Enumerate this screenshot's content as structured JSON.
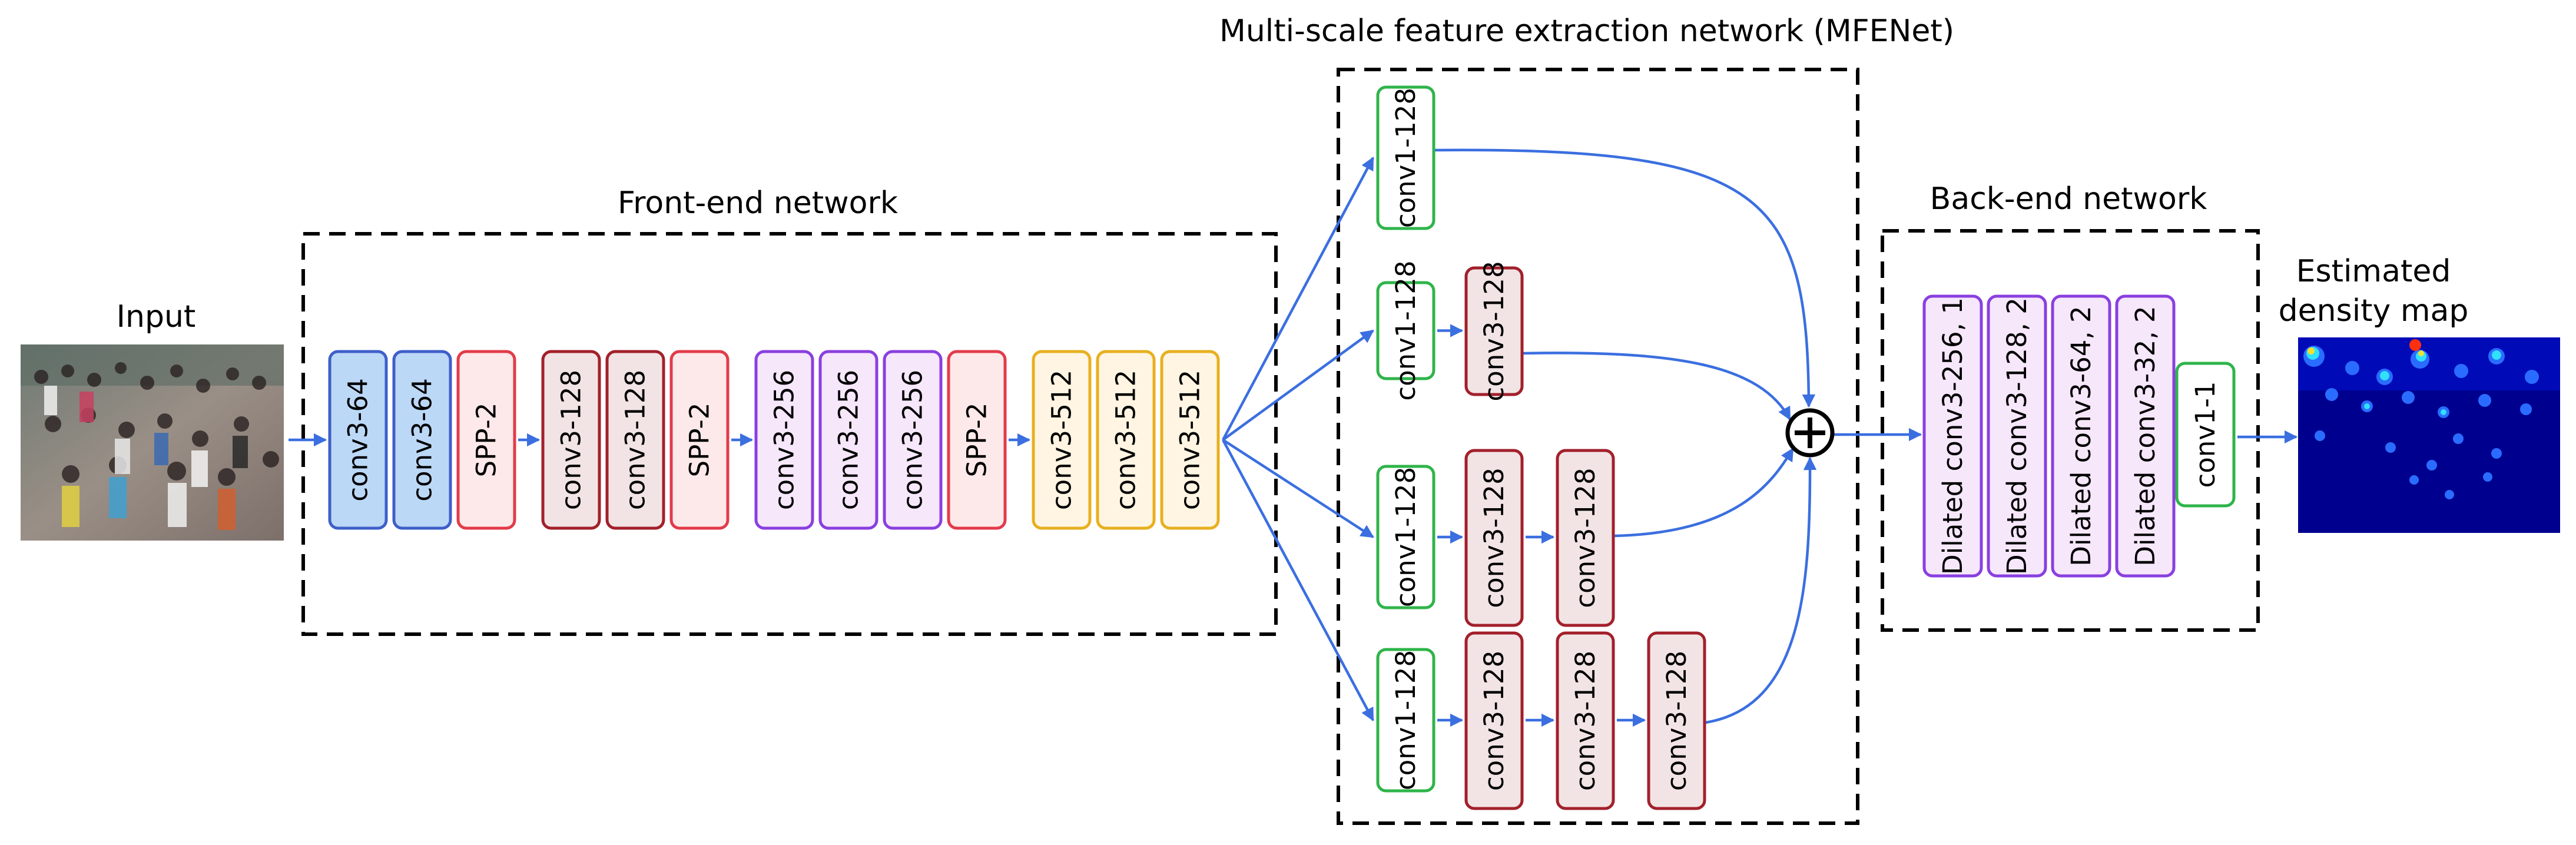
{
  "labels": {
    "input": "Input",
    "frontend": "Front-end network",
    "mfenet": "Multi-scale feature extraction network (MFENet)",
    "backend": "Back-end network",
    "output_line1": "Estimated",
    "output_line2": "density map"
  },
  "colors": {
    "arrow": "#3b6fe0",
    "blue_fill": "#bcd8f7",
    "blue_stroke": "#3f5fc8",
    "red_fill": "#fde9ea",
    "red_stroke": "#e23b4a",
    "maroon_fill": "#f2e4e4",
    "maroon_stroke": "#a2202b",
    "purple_fill": "#f6e7fb",
    "purple_stroke": "#8a3fe0",
    "orange_fill": "#fff5e2",
    "orange_stroke": "#e8b020",
    "green_fill": "#ffffff",
    "green_stroke": "#2fb44a"
  },
  "frontend_blocks": [
    {
      "label": "conv3-64",
      "color": "blue"
    },
    {
      "label": "conv3-64",
      "color": "blue"
    },
    {
      "label": "SPP-2",
      "color": "red"
    },
    {
      "label": "conv3-128",
      "color": "maroon"
    },
    {
      "label": "conv3-128",
      "color": "maroon"
    },
    {
      "label": "SPP-2",
      "color": "red"
    },
    {
      "label": "conv3-256",
      "color": "purple"
    },
    {
      "label": "conv3-256",
      "color": "purple"
    },
    {
      "label": "conv3-256",
      "color": "purple"
    },
    {
      "label": "SPP-2",
      "color": "red"
    },
    {
      "label": "conv3-512",
      "color": "orange"
    },
    {
      "label": "conv3-512",
      "color": "orange"
    },
    {
      "label": "conv3-512",
      "color": "orange"
    }
  ],
  "mfenet_branches": [
    [
      "conv1-128"
    ],
    [
      "conv1-128",
      "conv3-128"
    ],
    [
      "conv1-128",
      "conv3-128",
      "conv3-128"
    ],
    [
      "conv1-128",
      "conv3-128",
      "conv3-128",
      "conv3-128"
    ]
  ],
  "backend_blocks": [
    {
      "label": "Dilated conv3-256, 1",
      "color": "purple"
    },
    {
      "label": "Dilated conv3-128, 2",
      "color": "purple"
    },
    {
      "label": "Dilated conv3-64, 2",
      "color": "purple"
    },
    {
      "label": "Dilated conv3-32, 2",
      "color": "purple"
    },
    {
      "label": "conv1-1",
      "color": "green"
    }
  ]
}
